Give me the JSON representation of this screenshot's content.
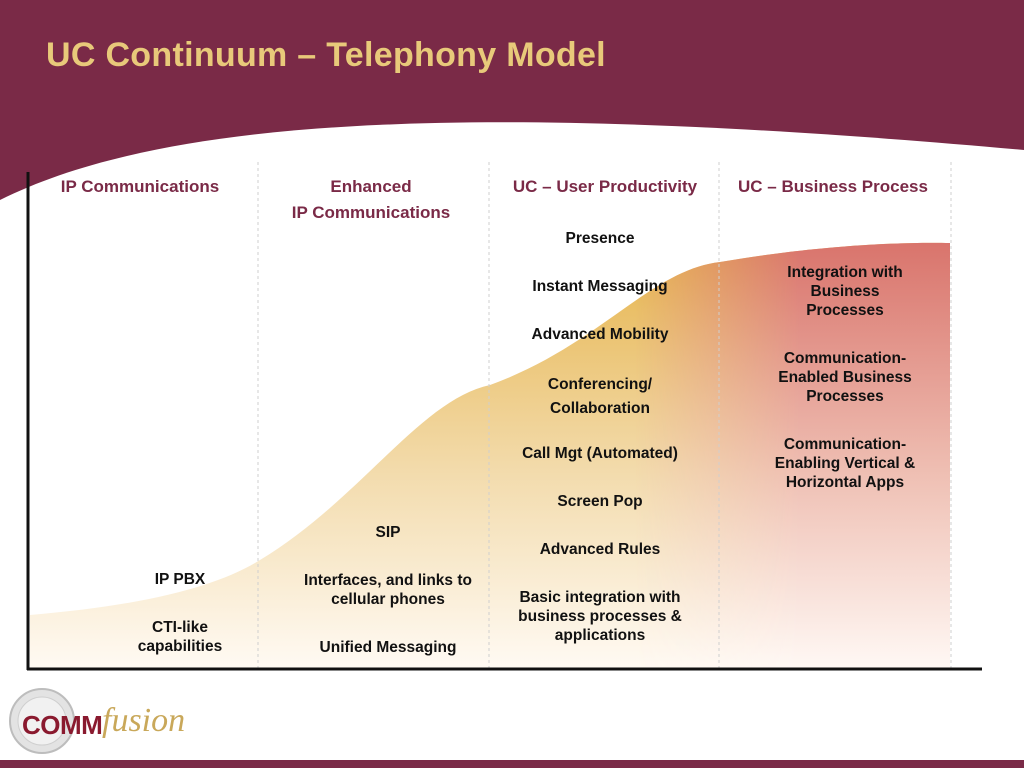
{
  "title": "UC Continuum – Telephony Model",
  "columns": [
    {
      "heading_line1": "IP Communications",
      "heading_line2": ""
    },
    {
      "heading_line1": "Enhanced",
      "heading_line2": "IP Communications"
    },
    {
      "heading_line1": "UC – User Productivity",
      "heading_line2": ""
    },
    {
      "heading_line1": "UC – Business Process",
      "heading_line2": ""
    }
  ],
  "col1_items": [
    "IP PBX",
    "CTI-like\ncapabilities"
  ],
  "col2_items": [
    "SIP",
    "Interfaces, and links to\ncellular phones",
    "Unified Messaging"
  ],
  "col3_items": [
    "Presence",
    "Instant Messaging",
    "Advanced Mobility",
    "Conferencing/\nCollaboration",
    "Call Mgt (Automated)",
    "Screen Pop",
    "Advanced Rules",
    "Basic integration with\nbusiness processes &\napplications"
  ],
  "col4_items": [
    "Integration with\nBusiness\nProcesses",
    "Communication-\nEnabled Business\nProcesses",
    "Communication-\nEnabling Vertical &\nHorizontal Apps"
  ],
  "logo": {
    "comm": "COMM",
    "fusion": "fusion"
  },
  "colors": {
    "background": "#7a2a47",
    "title": "#e8c97a",
    "heading": "#7a2a47",
    "curve_gold": "#e8b850",
    "curve_red": "#d9706a"
  }
}
